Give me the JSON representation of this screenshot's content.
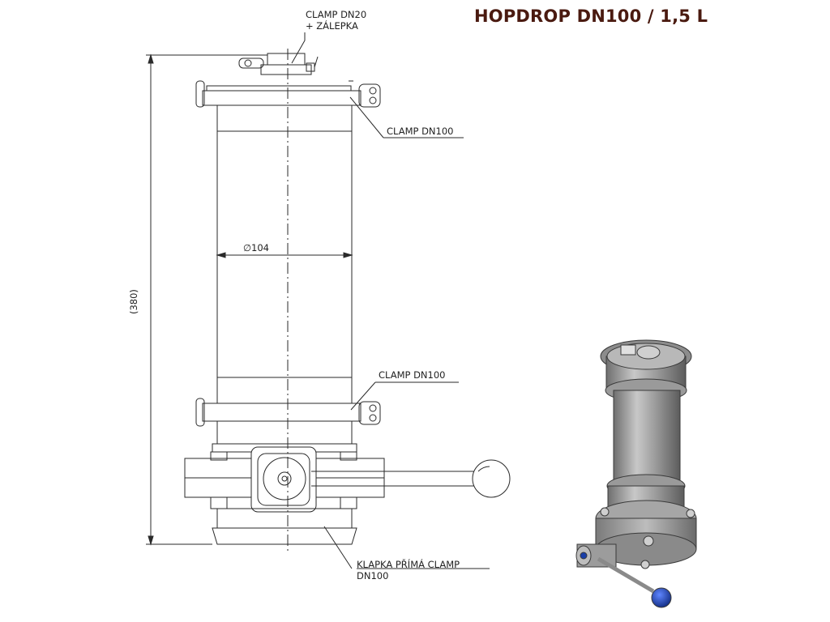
{
  "title": "HOPDROP DN100 / 1,5 L",
  "labels": {
    "clamp_dn20_line1": "CLAMP DN20",
    "clamp_dn20_line2": "+ ZÁLEPKA",
    "clamp_dn100_top": "CLAMP DN100",
    "clamp_dn100_bottom": "CLAMP DN100",
    "valve_line1": "KLAPKA PŘÍMÁ CLAMP",
    "valve_line2": "DN100"
  },
  "dimensions": {
    "diameter": "104",
    "height": "(380)"
  },
  "colors": {
    "line": "#2a2a2a",
    "title": "#4a1a10",
    "render_body": "#9a9a9a",
    "render_handle_ball": "#1a3fa8"
  }
}
